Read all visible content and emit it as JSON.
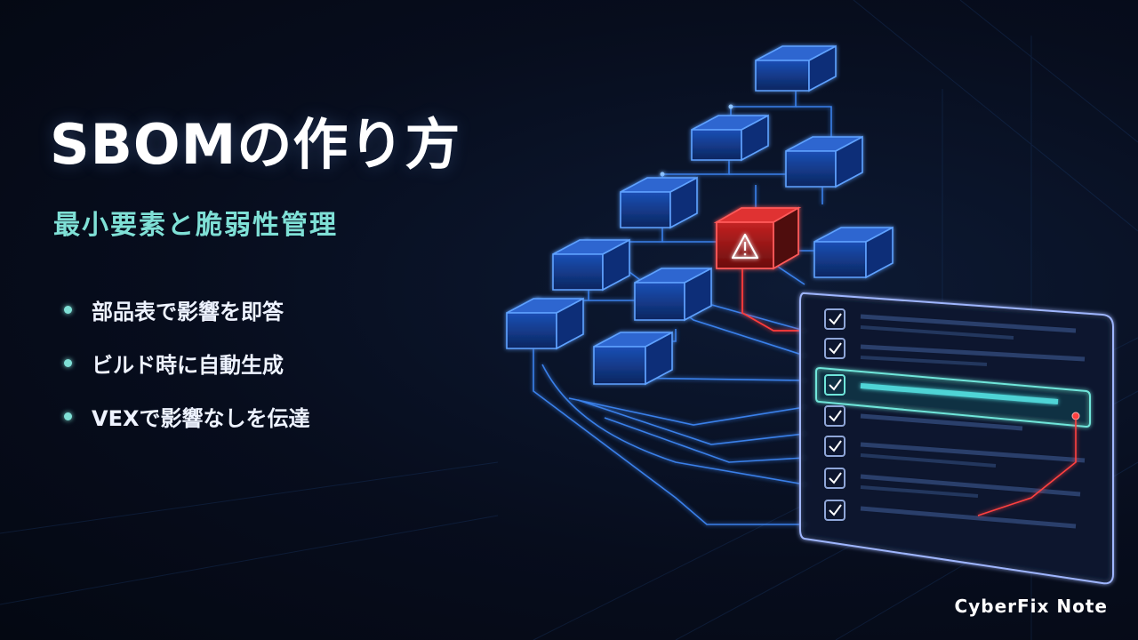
{
  "title": "SBOMの作り方",
  "subtitle": "最小要素と脆弱性管理",
  "bullets": [
    "部品表で影響を即答",
    "ビルド時に自動生成",
    "VEXで影響なしを伝達"
  ],
  "brand": "CyberFix Note",
  "colors": {
    "accent": "#7fe0d6",
    "node": "#3d8bff",
    "alert": "#ff3b3b",
    "background": "#070d1d"
  },
  "icons": [
    "warning-icon",
    "checkbox-checked-icon"
  ],
  "checklist_rows": 7,
  "highlighted_row": 3
}
